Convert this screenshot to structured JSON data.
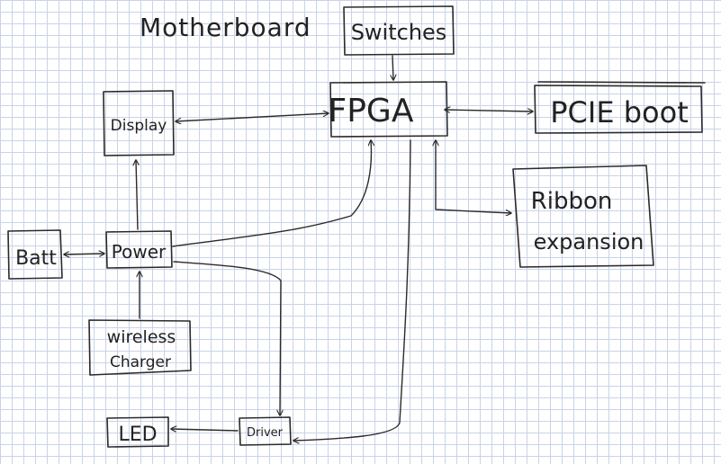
{
  "title": "Motherboard",
  "nodes": {
    "switches": "Switches",
    "fpga": "FPGA",
    "pcie": "PCIE boot",
    "display": "Display",
    "ribbon_line1": "Ribbon",
    "ribbon_line2": "expansion",
    "batt": "Batt",
    "power": "Power",
    "charger_line1": "wireless",
    "charger_line2": "Charger",
    "led": "LED",
    "driver": "Driver"
  },
  "colors": {
    "ink": "#2a2a2a",
    "grid": "#c9d3e8",
    "paper": "#ffffff"
  }
}
